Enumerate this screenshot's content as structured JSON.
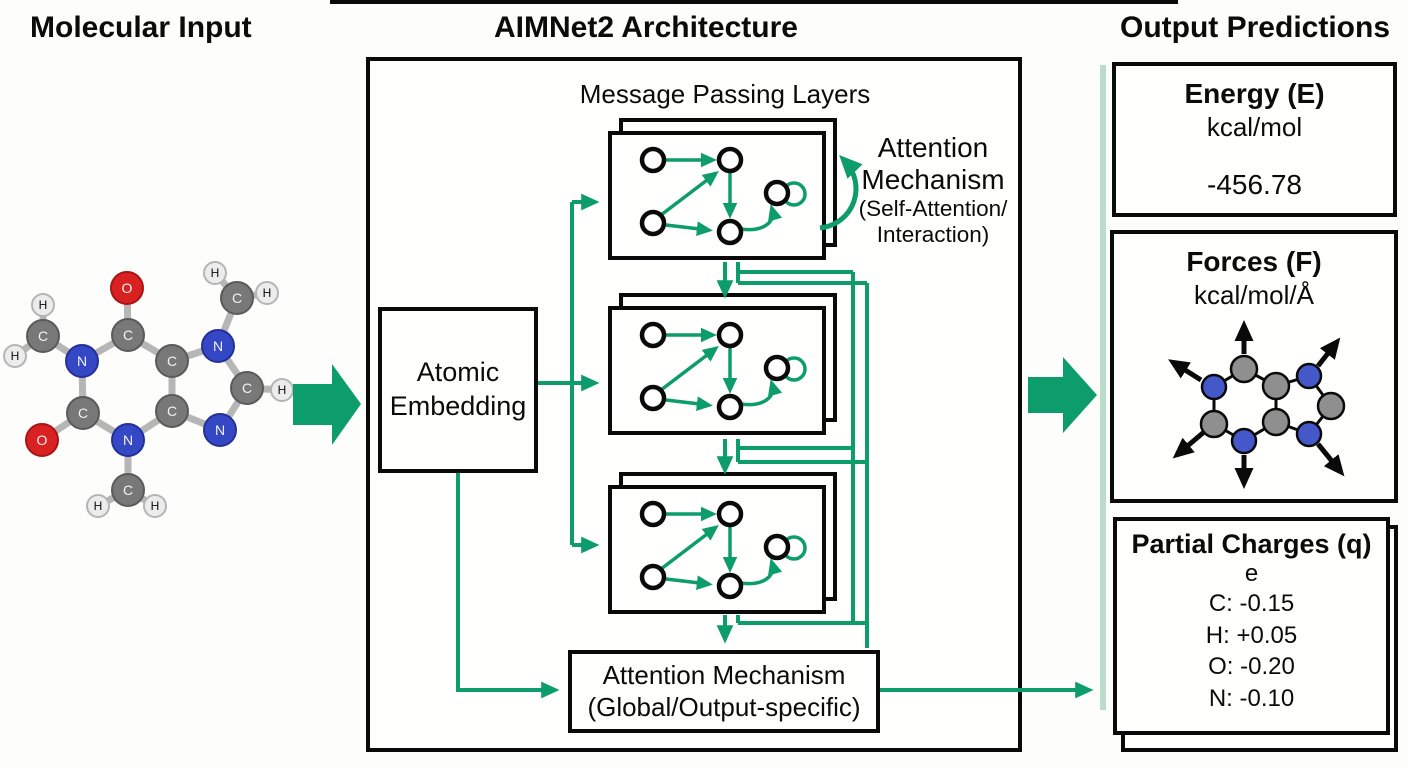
{
  "header": {
    "left_title": "Molecular Input",
    "center_title": "AIMNet2 Architecture",
    "right_title": "Output Predictions"
  },
  "architecture": {
    "message_passing_label": "Message Passing Layers",
    "atomic_embedding_label": "Atomic Embedding",
    "self_attention_label": {
      "line1": "Attention",
      "line2": "Mechanism",
      "line3": "(Self-Attention/",
      "line4": "Interaction)"
    },
    "global_attention_label": {
      "line1": "Attention Mechanism",
      "line2": "(Global/Output-specific)"
    }
  },
  "outputs": {
    "energy": {
      "title": "Energy (E)",
      "unit": "kcal/mol",
      "value": "-456.78"
    },
    "forces": {
      "title": "Forces (F)",
      "unit": "kcal/mol/Å"
    },
    "partial_charges": {
      "title": "Partial Charges (q)",
      "unit": "e",
      "values": [
        "C: -0.15",
        "H: +0.05",
        "O: -0.20",
        "N: -0.10"
      ]
    }
  },
  "molecule": {
    "name_hint": "ball-and-stick molecule",
    "atom_labels": [
      "H",
      "C",
      "H",
      "N",
      "O",
      "C",
      "C",
      "H",
      "C",
      "H",
      "N",
      "C",
      "H",
      "N",
      "C",
      "N",
      "C",
      "O",
      "C",
      "H",
      "H"
    ]
  },
  "colors": {
    "arrow_green": "#0d9c6b",
    "pale_green": "#b9dccb",
    "nitrogen_blue": "#3448c6",
    "oxygen_red": "#d92121",
    "carbon_gray": "#787878",
    "hydrogen_white": "#ececec",
    "forces_blue": "#4558c9",
    "forces_gray": "#8f8f8f"
  }
}
